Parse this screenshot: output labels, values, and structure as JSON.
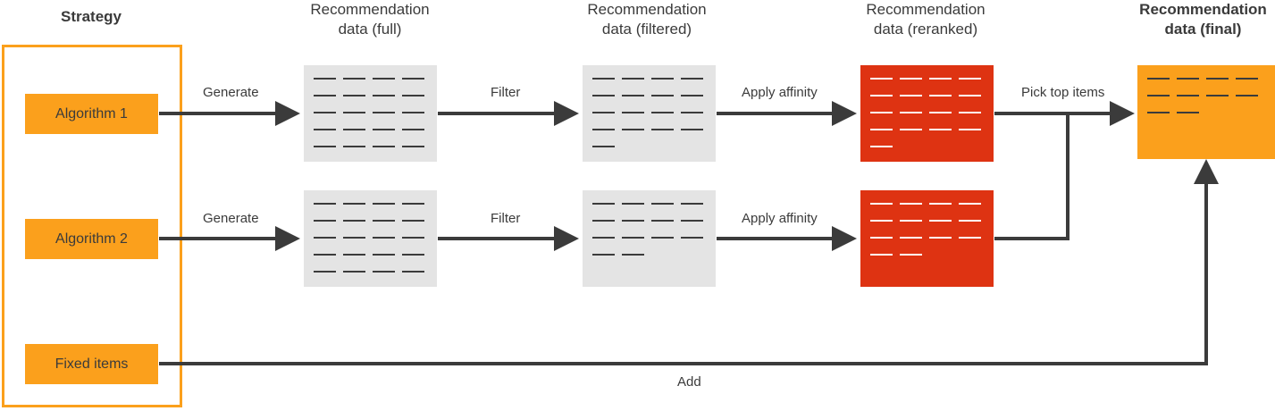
{
  "colors": {
    "orange": "#FBA01C",
    "red": "#DE3312",
    "grey": "#E4E4E4",
    "ink": "#3B3B3B",
    "background": "#FFFFFF"
  },
  "headings": {
    "strategy": "Strategy",
    "full": "Recommendation\ndata (full)",
    "full_line1": "Recommendation",
    "full_line2": "data (full)",
    "filtered_line1": "Recommendation",
    "filtered_line2": "data (filtered)",
    "reranked_line1": "Recommendation",
    "reranked_line2": "data (reranked)",
    "final_line1": "Recommendation",
    "final_line2": "data (final)"
  },
  "strategy": {
    "items": [
      {
        "label": "Algorithm 1"
      },
      {
        "label": "Algorithm 2"
      },
      {
        "label": "Fixed items"
      }
    ]
  },
  "edges": {
    "generate_1": "Generate",
    "generate_2": "Generate",
    "filter_1": "Filter",
    "filter_2": "Filter",
    "affinity_1": "Apply affinity",
    "affinity_2": "Apply affinity",
    "pick_top": "Pick top items",
    "add": "Add"
  },
  "blocks": {
    "full_row1": {
      "kind": "grey",
      "dash_color": "dark",
      "rows": [
        4,
        4,
        4,
        4,
        4
      ]
    },
    "filtered_row1": {
      "kind": "grey",
      "dash_color": "dark",
      "rows": [
        4,
        4,
        4,
        4,
        1
      ]
    },
    "reranked_row1": {
      "kind": "red",
      "dash_color": "light",
      "rows": [
        4,
        4,
        4,
        4,
        1
      ]
    },
    "full_row2": {
      "kind": "grey",
      "dash_color": "dark",
      "rows": [
        4,
        4,
        4,
        4,
        4
      ]
    },
    "filtered_row2": {
      "kind": "grey",
      "dash_color": "dark",
      "rows": [
        4,
        4,
        4,
        2
      ]
    },
    "reranked_row2": {
      "kind": "red",
      "dash_color": "light",
      "rows": [
        4,
        4,
        4,
        2
      ]
    },
    "final": {
      "kind": "orange",
      "dash_color": "dark",
      "rows": [
        4,
        4,
        2
      ]
    }
  }
}
